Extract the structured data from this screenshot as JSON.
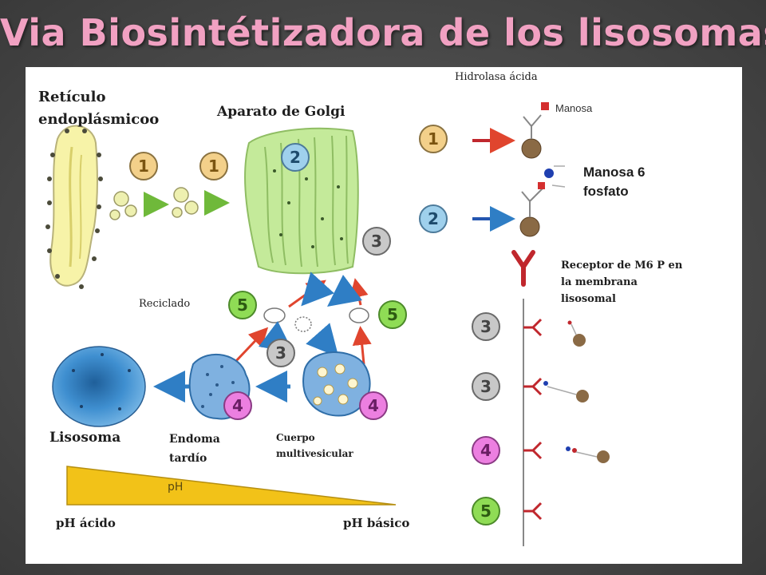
{
  "slide": {
    "title": "Via Biosintétizadora de los lisosomas"
  },
  "labels": {
    "reticulo_line1": "Retículo",
    "reticulo_line2": "endoplásmicoo",
    "golgi": "Aparato de Golgi",
    "hidrolasa": "Hidrolasa ácida",
    "manosa_small": "Manosa",
    "manosa6_line1": "Manosa 6",
    "manosa6_line2": "fosfato",
    "receptor_line1": "Receptor de M6 P en",
    "receptor_line2": "la membrana",
    "receptor_line3": "lisosomal",
    "reciclado": "Reciclado",
    "lisosoma": "Lisosoma",
    "endoma_line1": "Endoma",
    "endoma_line2": "tardío",
    "cuerpo_line1": "Cuerpo",
    "cuerpo_line2": "multivesicular",
    "ph_wedge": "pH",
    "ph_acido": "pH ácido",
    "ph_basico": "pH básico"
  },
  "step_numbers": {
    "one": "1",
    "two": "2",
    "three": "3",
    "four": "4",
    "five": "5"
  },
  "colors": {
    "title": "#f1a1c2",
    "step1": "#f3d08a",
    "step2": "#9fd0ec",
    "step3": "#c8c8c8",
    "step4": "#ec7fe0",
    "step5": "#8fdc55",
    "er_membrane": "#f7f3a8",
    "golgi": "#c4ea9a",
    "lysosome": "#3d8fd1",
    "ph_wedge": "#f2c218",
    "arrow_red": "#e0452e",
    "arrow_blue": "#2f7ec5"
  }
}
